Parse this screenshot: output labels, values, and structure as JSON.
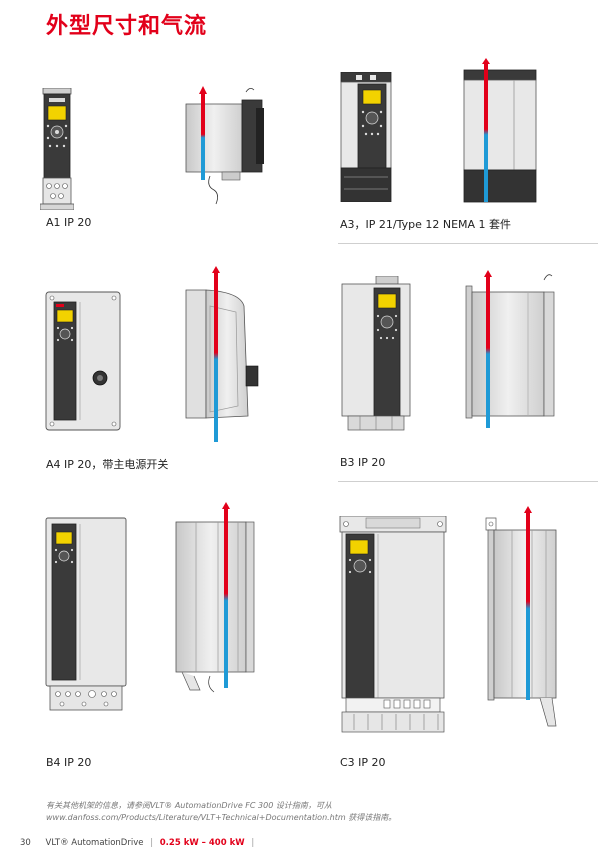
{
  "page": {
    "title": "外型尺寸和气流",
    "page_number": "30",
    "brand": "VLT® AutomationDrive",
    "power_range": "0.25 kW – 400 kW",
    "separator": "|"
  },
  "captions": {
    "a1": "A1 IP 20",
    "a3": "A3，IP 21/Type 12 NEMA 1 套件",
    "a4": "A4 IP 20，带主电源开关",
    "b3": "B3 IP 20",
    "b4": "B4 IP 20",
    "c3": "C3 IP 20"
  },
  "note": {
    "line1": "有关其他机架的信息，请参阅VLT® AutomationDrive FC 300 设计指南，可从",
    "line2": "www.danfoss.com/Products/Literature/VLT+Technical+Documentation.htm 获得该指南。"
  },
  "colors": {
    "accent": "#e2001a",
    "airflow_hot": "#e2001a",
    "airflow_cool": "#1f9ad6",
    "display": "#f2d200",
    "panel_dark": "#3a3a3a",
    "panel_light": "#e8e8e8"
  }
}
